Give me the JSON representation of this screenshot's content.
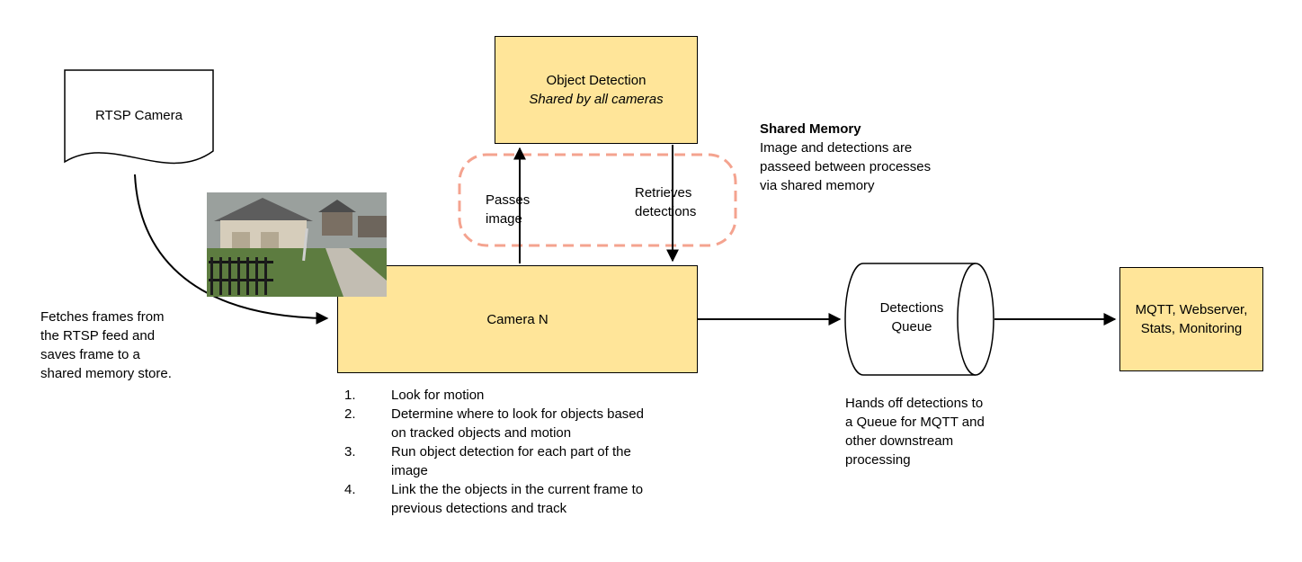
{
  "diagram": {
    "rtsp": {
      "label": "RTSP Camera"
    },
    "fetch_note": "Fetches frames from the RTSP feed and saves frame to a shared memory store.",
    "object_detection": {
      "title": "Object Detection",
      "subtitle": "Shared by all cameras"
    },
    "shared_memory_flow": {
      "passes_image": "Passes image",
      "retrieves_detections": "Retrieves detections"
    },
    "shared_memory_note": {
      "title": "Shared Memory",
      "body": "Image and detections are passeed between processes via shared memory"
    },
    "camera": {
      "label": "Camera N"
    },
    "camera_steps": [
      {
        "num": "1.",
        "text": "Look for motion"
      },
      {
        "num": "2.",
        "text": "Determine where to look for objects based on tracked objects and motion"
      },
      {
        "num": "3.",
        "text": "Run object detection for each part of the image"
      },
      {
        "num": "4.",
        "text": "Link the the objects in the current frame to previous detections and track"
      }
    ],
    "queue": {
      "label": "Detections Queue",
      "note": "Hands off detections to a Queue for MQTT and other downstream processing"
    },
    "outputs": {
      "label": "MQTT, Webserver, Stats, Monitoring"
    },
    "colors": {
      "node_fill": "#ffe599",
      "node_border": "#000000",
      "shared_memory_dash": "#f4a38f",
      "arrow": "#000000"
    }
  }
}
